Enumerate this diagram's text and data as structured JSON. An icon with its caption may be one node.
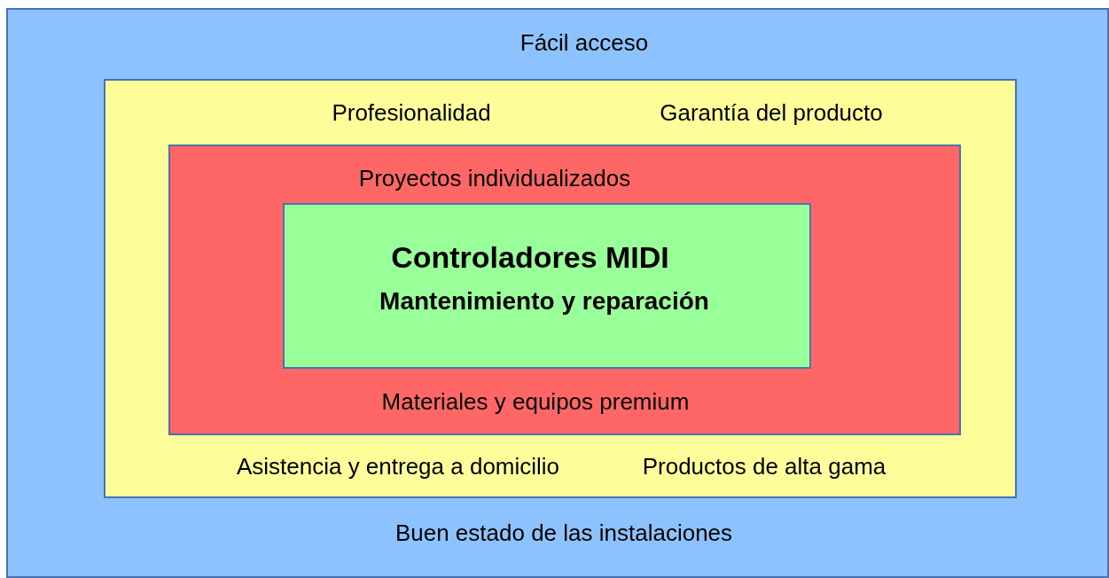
{
  "diagram": {
    "nodes": [
      {
        "text": [
          "Fácil acceso",
          "Buen estado de las instalaciones"
        ]
      },
      {
        "text": [
          "Profesionalidad",
          "Garantía del producto",
          "Asistencia y entrega a domicilio",
          "Productos de alta gama"
        ],
        "in": 0
      },
      {
        "text": [
          "Proyectos individualizados",
          "Materiales y equipos premium"
        ],
        "in": 1
      },
      {
        "text": [
          "Controladores MIDI",
          "Mantenimiento y reparación"
        ],
        "in": 2
      }
    ]
  }
}
